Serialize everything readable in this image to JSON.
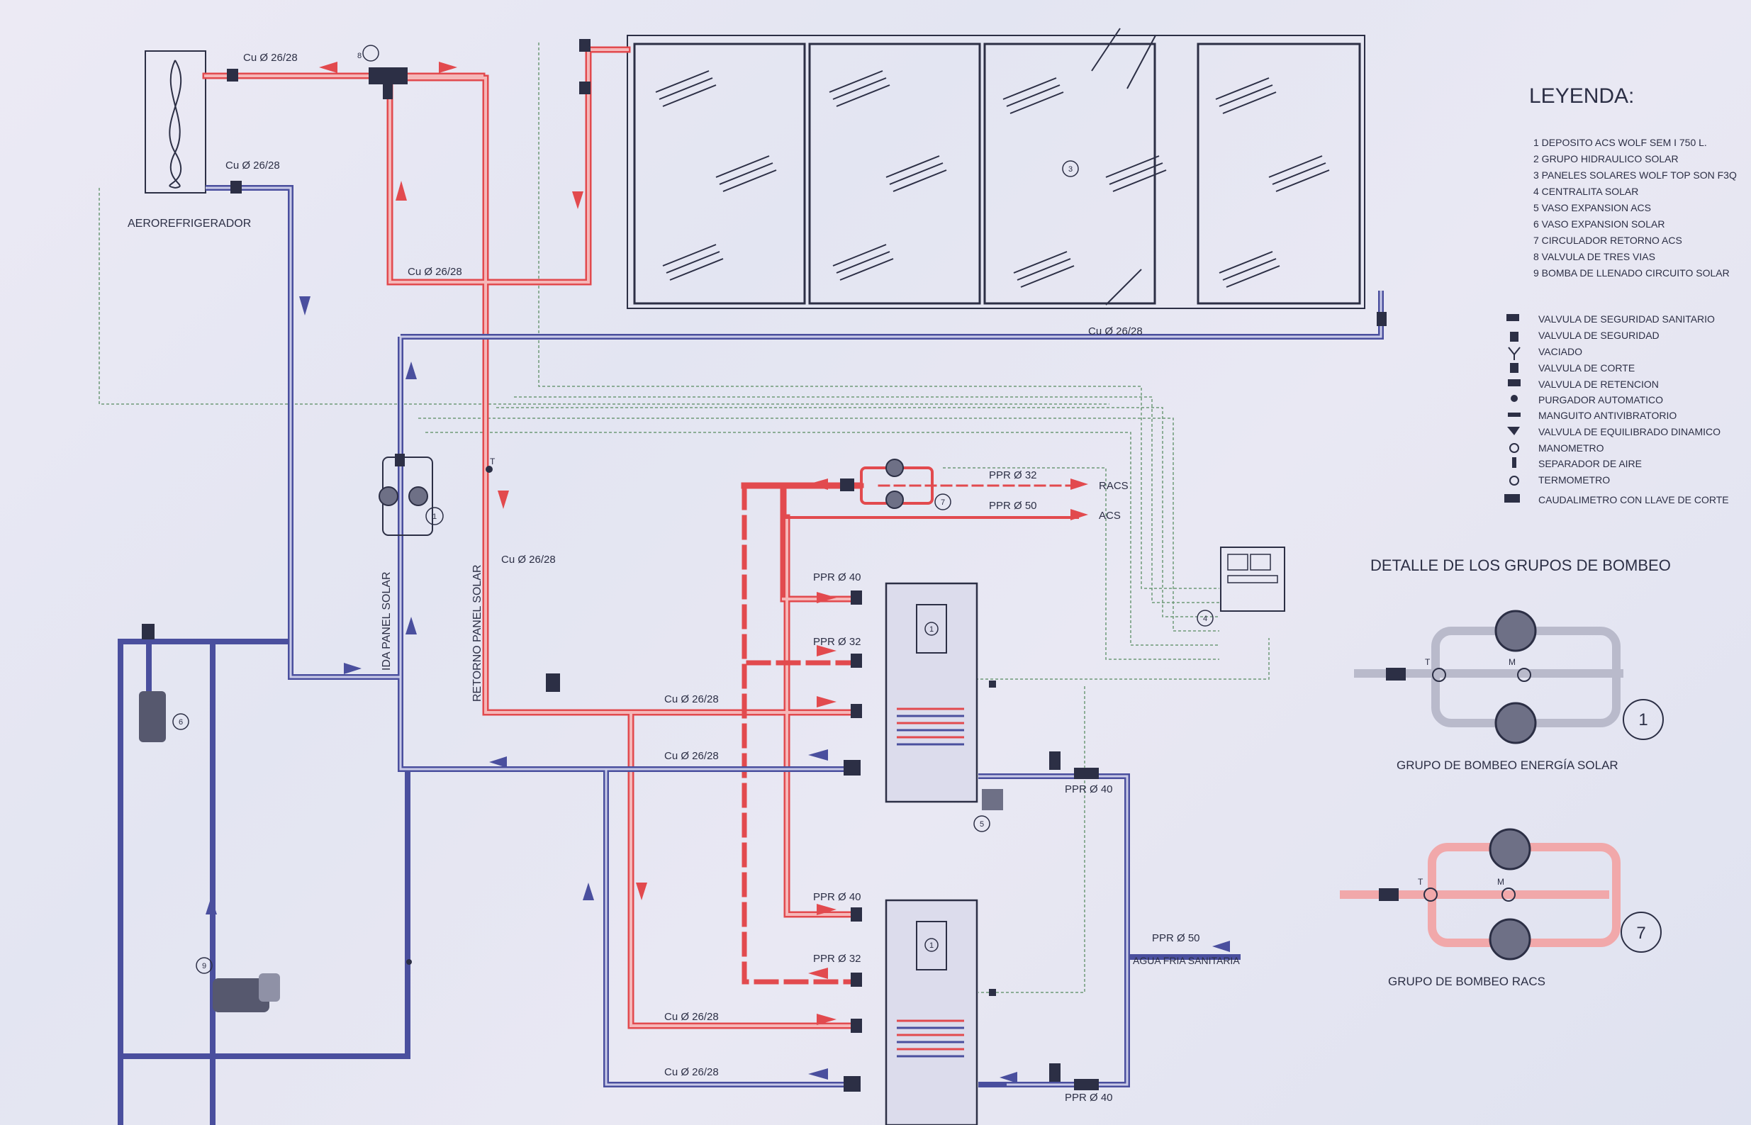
{
  "labels": {
    "cu_1": "Cu Ø  26/28",
    "cu_2": "Cu Ø  26/28",
    "cu_3": "Cu Ø  26/28",
    "cu_4": "Cu Ø  26/28",
    "cu_5": "Cu Ø  26/28",
    "cu_6": "Cu Ø  26/28",
    "cu_7": "Cu Ø  26/28",
    "cu_8": "Cu Ø  26/28",
    "cu_9": "Cu Ø  26/28",
    "aerorefrigerador": "AEROREFRIGERADOR",
    "ppr32_racs": "PPR Ø  32",
    "ppr50_acs": "PPR Ø  50",
    "racs": "RACS",
    "acs": "ACS",
    "ppr40_a": "PPR Ø  40",
    "ppr32_a": "PPR Ø  32",
    "ppr40_b": "PPR Ø  40",
    "ppr32_b": "PPR Ø  32",
    "ppr40_c": "PPR Ø  40",
    "ppr40_d": "PPR Ø  40",
    "ppr50_cold": "PPR Ø  50",
    "agua_fria": "AGUA FRIA SANITARIA",
    "ida_panel": "IDA PANEL SOLAR",
    "retorno_panel": "RETORNO PANEL SOLAR",
    "t": "T",
    "m": "M"
  },
  "tags": {
    "t1": "1",
    "t3": "3",
    "t4": "4",
    "t5": "5",
    "t6": "6",
    "t7": "7",
    "t8": "8",
    "t9": "9"
  },
  "legend": {
    "title": "LEYENDA:",
    "items": [
      "1   DEPOSITO ACS WOLF SEM I 750 L.",
      "2   GRUPO HIDRAULICO SOLAR",
      "3   PANELES SOLARES WOLF TOP SON F3Q",
      "4   CENTRALITA SOLAR",
      "5   VASO EXPANSION ACS",
      "6   VASO EXPANSION SOLAR",
      "7   CIRCULADOR RETORNO ACS",
      "8   VALVULA DE TRES VIAS",
      "9   BOMBA DE LLENADO CIRCUITO SOLAR"
    ],
    "symbols": [
      "VALVULA DE SEGURIDAD SANITARIO",
      "VALVULA DE SEGURIDAD",
      "VACIADO",
      "VALVULA DE CORTE",
      "VALVULA DE RETENCION",
      "PURGADOR AUTOMATICO",
      "MANGUITO ANTIVIBRATORIO",
      "VALVULA DE EQUILIBRADO DINAMICO",
      "MANOMETRO",
      "SEPARADOR DE AIRE",
      "TERMOMETRO",
      "CAUDALIMETRO CON LLAVE DE CORTE"
    ]
  },
  "detail": {
    "title": "DETALLE DE LOS GRUPOS DE BOMBEO",
    "group1_caption": "GRUPO DE BOMBEO ENERGÍA SOLAR",
    "group7_caption": "GRUPO DE BOMBEO RACS",
    "group1_number": "1",
    "group7_number": "7"
  },
  "colors": {
    "hot_pipe": "#e24a4e",
    "cold_pipe": "#4a4f9e",
    "control_wiring": "#6e9a78"
  }
}
